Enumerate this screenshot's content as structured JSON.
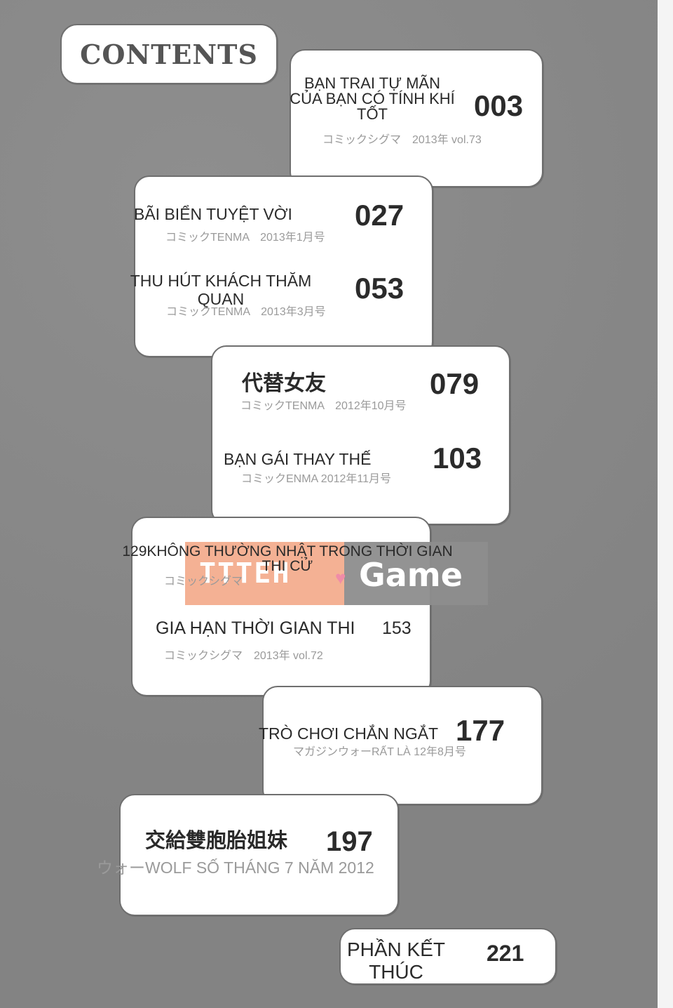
{
  "header": {
    "label": "CONTENTS"
  },
  "entries": [
    {
      "title": "BẠN TRAI TỰ MÃN\nCỦA BẠN CÓ TÍNH KHÍ\nTỐT",
      "page": "003",
      "source": "コミックシグマ　2013年 vol.73"
    },
    {
      "title": "BÃI BIỂN TUYỆT VỜI",
      "page": "027",
      "source": "コミックTENMA　2013年1月号"
    },
    {
      "title": "THU HÚT KHÁCH THĂM\nQUAN",
      "page": "053",
      "source": "コミックTENMA　2013年3月号"
    },
    {
      "title": "代替女友",
      "page": "079",
      "source": "コミックTENMA　2012年10月号"
    },
    {
      "title": "BẠN GÁI THAY THẾ",
      "page": "103",
      "source": "コミックENMA 2012年11月号"
    },
    {
      "title": "129KHÔNG THƯỜNG NHẬT TRONG THỜI GIAN\nTHI CỬ",
      "page": "",
      "source": "コミックシグマ"
    },
    {
      "title": "GIA HẠN THỜI GIAN THI",
      "page": "153",
      "source": "コミックシグマ　2013年 vol.72"
    },
    {
      "title": "TRÒ CHƠI CHẮN NGẮT",
      "page": "177",
      "source": "マガジンウォーRẤT LÀ 12年8月号"
    },
    {
      "title": "交給雙胞胎姐妹",
      "page": "197",
      "source": "ウォーWOLF SỐ THÁNG 7 NĂM 2012"
    },
    {
      "title": "PHẦN KẾT\nTHÚC",
      "page": "221",
      "source": ""
    }
  ],
  "watermark": {
    "logo": "TTTEH",
    "game": "Game",
    "logo_color": "#f3a988",
    "heart_color": "#f08ca8"
  }
}
